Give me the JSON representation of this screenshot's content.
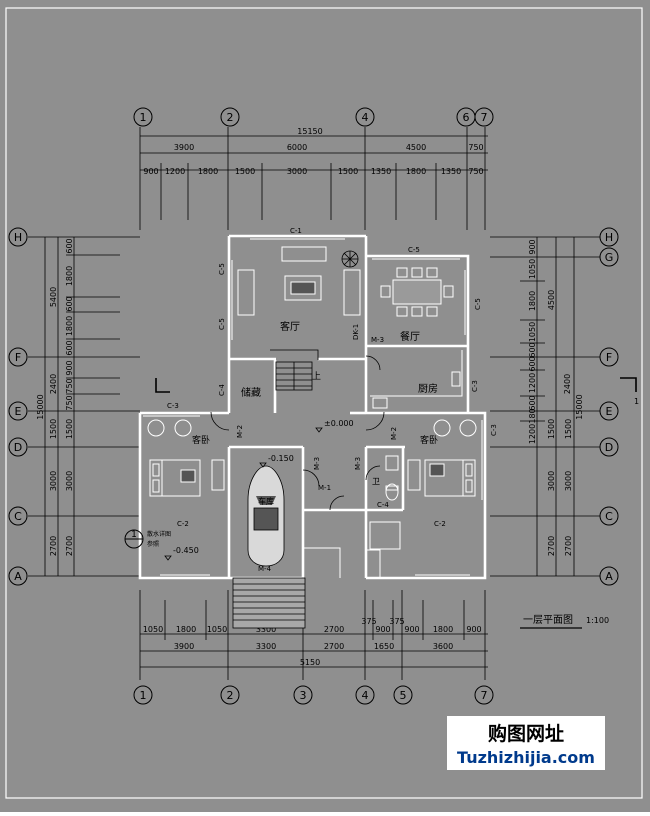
{
  "drawing": {
    "title": "一层平面图",
    "scale": "1:100",
    "colors": {
      "background": "#8f8f8f",
      "line": "#000000",
      "wall": "#ffffff",
      "frame": "#ffffff"
    }
  },
  "watermark": {
    "line1": "购图网址",
    "line2": "Tuzhizhijia.com"
  },
  "axes": {
    "top": [
      "1",
      "2",
      "4",
      "6",
      "7"
    ],
    "bottom": [
      "1",
      "2",
      "3",
      "4",
      "5",
      "7"
    ],
    "left": [
      "H",
      "F",
      "E",
      "D",
      "C",
      "A"
    ],
    "right": [
      "H",
      "G",
      "F",
      "E",
      "D",
      "C",
      "A"
    ]
  },
  "dimensions": {
    "top_total": "15150",
    "top_mid": [
      "3900",
      "6000",
      "4500",
      "750"
    ],
    "top_detail": [
      "900",
      "1200",
      "1800",
      "1500",
      "3000",
      "1500",
      "1350",
      "1800",
      "1350",
      "750"
    ],
    "bottom_detail": [
      "1050",
      "1800",
      "1050",
      "3300",
      "2700",
      "375",
      "900",
      "375",
      "900",
      "1800",
      "900"
    ],
    "bottom_mid": [
      "3900",
      "3300",
      "2700",
      "1650",
      "3600"
    ],
    "bottom_total": "5150",
    "left_outer": [
      "5400",
      "2400",
      "1500",
      "3000",
      "2700"
    ],
    "left_total": "15000",
    "left_inner": [
      "600",
      "1800",
      "600",
      "1800",
      "600",
      "900",
      "750",
      "750",
      "1500",
      "3000",
      "2700"
    ],
    "right_inner": [
      "900",
      "1050",
      "1800",
      "1050",
      "600",
      "600",
      "1200",
      "600",
      "180",
      "1200",
      "1500",
      "3000",
      "2700"
    ],
    "right_mid": [
      "4500",
      "2400",
      "1500",
      "3000",
      "2700"
    ],
    "right_total": "15000"
  },
  "rooms": {
    "living": "客厅",
    "dining": "餐厅",
    "storage": "储藏",
    "kitchen": "厨房",
    "garage": "车库",
    "bedroom_left": "客卧",
    "bedroom_right": "客卧",
    "bathroom": "卫"
  },
  "tags": {
    "window_c1": "C-1",
    "window_c5_top": "C-5",
    "window_c5_left_a": "C-5",
    "window_c5_left_b": "C-5",
    "window_c5_right": "C-5",
    "window_c4_stair": "C-4",
    "window_c3_left": "C-3",
    "window_c3_right": "C-3",
    "window_c3_kitchen": "C-3",
    "window_c2_left": "C-2",
    "window_c2_right": "C-2",
    "window_c4_bath": "C-4",
    "door_m2_left": "M-2",
    "door_m2_right": "M-2",
    "door_m3_kitchen": "M-3",
    "door_m3_garage": "M-3",
    "door_m3_hall": "M-3",
    "door_m1": "M-1",
    "door_m4": "M-4",
    "door_dk1": "DK-1",
    "stair_up": "上"
  },
  "elevations": {
    "main": "±0.000",
    "garage": "-0.150",
    "outside": "-0.450"
  },
  "detail_callout": {
    "number": "1",
    "note_line1": "散水详图",
    "note_line2": "参照"
  },
  "section_mark": "1"
}
